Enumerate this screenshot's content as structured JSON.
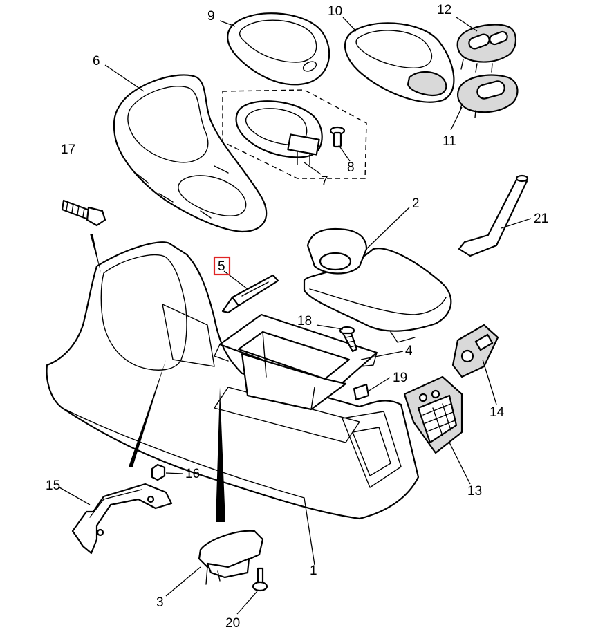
{
  "callouts": {
    "c1": "1",
    "c2": "2",
    "c3": "3",
    "c4": "4",
    "c5": "5",
    "c6": "6",
    "c7": "7",
    "c8": "8",
    "c9": "9",
    "c10": "10",
    "c11": "11",
    "c12": "12",
    "c13": "13",
    "c14": "14",
    "c15": "15",
    "c16": "16",
    "c17": "17",
    "c18": "18",
    "c19": "19",
    "c20": "20",
    "c21": "21"
  },
  "highlighted_callout": "5",
  "colors": {
    "line": "#000000",
    "highlight": "#e02424",
    "background": "#ffffff",
    "shade": "#d9d9d9"
  }
}
